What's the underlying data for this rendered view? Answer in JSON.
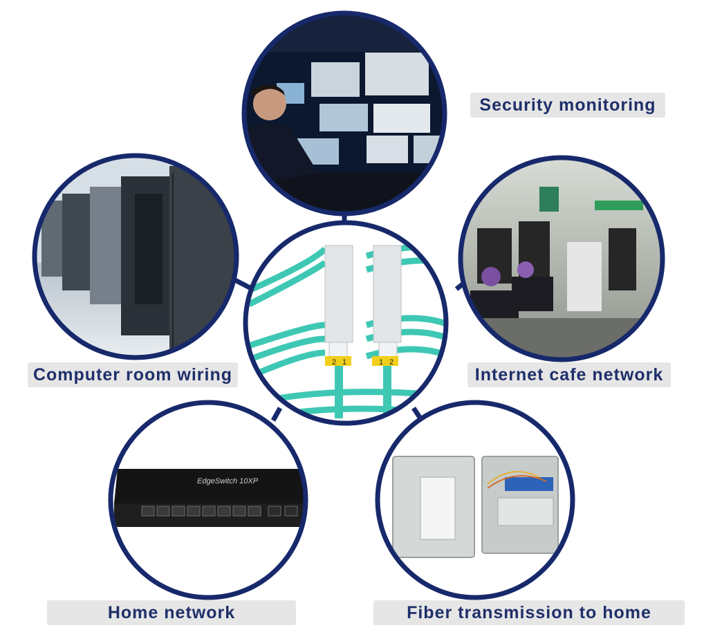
{
  "labels": {
    "security": "Security monitoring",
    "computer_room": "Computer room wiring",
    "internet_cafe": "Internet cafe network",
    "home_network": "Home network",
    "fiber_home": "Fiber transmission to home"
  },
  "device": {
    "switch_brand": "EdgeSwitch 10XP"
  },
  "connector_marks": [
    "2",
    "1",
    "1",
    "2"
  ],
  "colors": {
    "ring": "#17296b",
    "label_text": "#1f2f6a",
    "label_bg": "#e6e6e6",
    "cable": "#3ec8b4"
  }
}
